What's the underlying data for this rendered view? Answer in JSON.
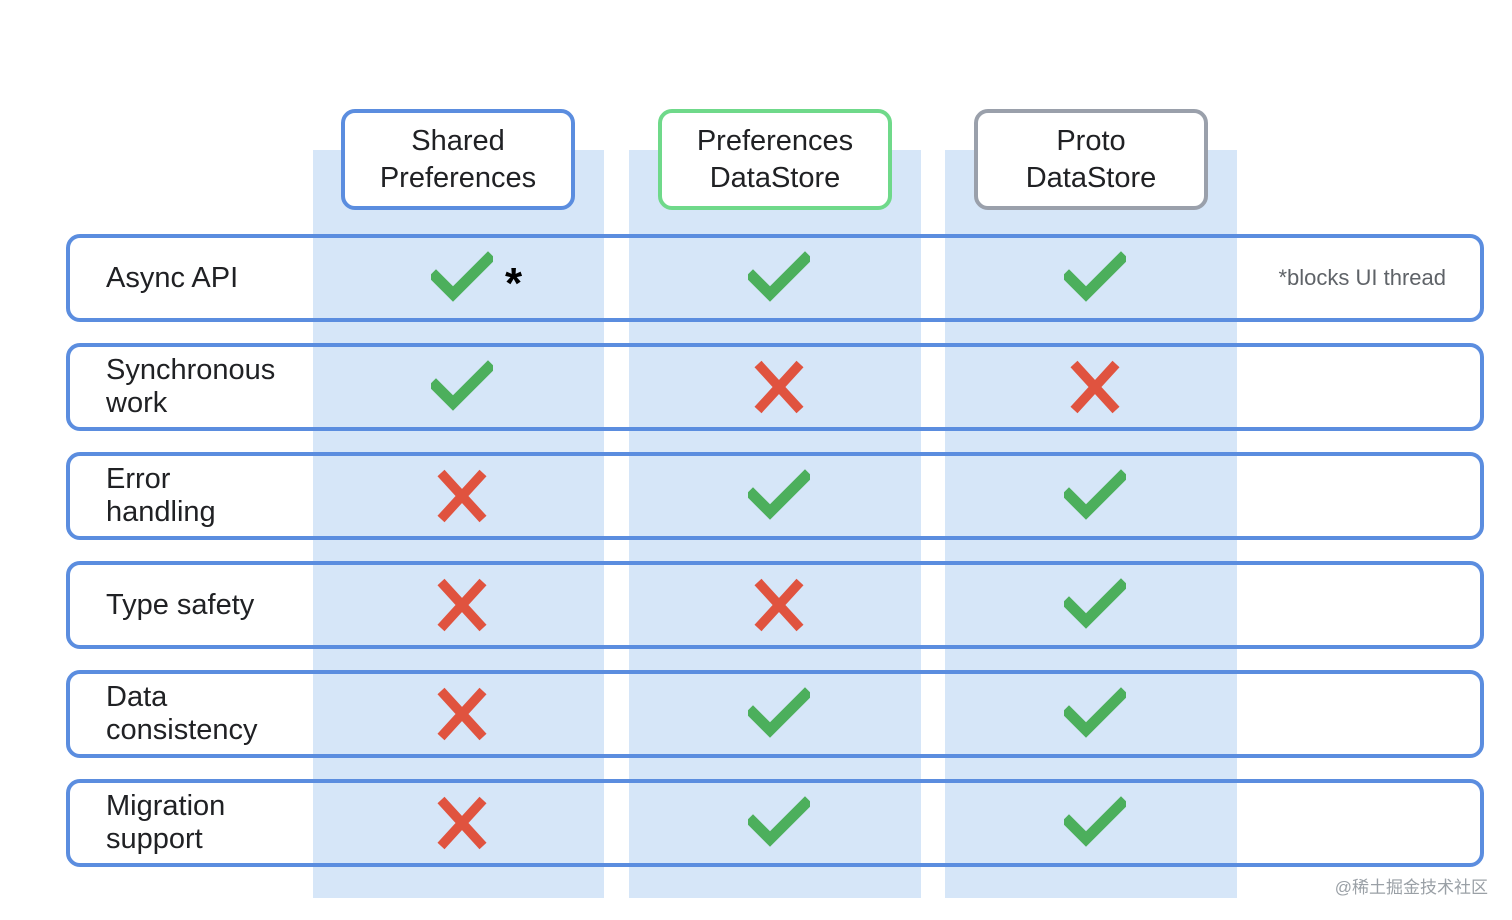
{
  "columns": [
    {
      "label": "Shared\nPreferences",
      "border_color": "#5b8ddf"
    },
    {
      "label": "Preferences\nDataStore",
      "border_color": "#6fd98a"
    },
    {
      "label": "Proto\nDataStore",
      "border_color": "#9aa0ab"
    }
  ],
  "rows": [
    {
      "label": "Async API",
      "values": [
        "check",
        "check",
        "check"
      ],
      "asterisk": "*",
      "note": "*blocks UI thread"
    },
    {
      "label": "Synchronous\nwork",
      "values": [
        "check",
        "cross",
        "cross"
      ]
    },
    {
      "label": "Error\nhandling",
      "values": [
        "cross",
        "check",
        "check"
      ]
    },
    {
      "label": "Type safety",
      "values": [
        "cross",
        "cross",
        "check"
      ]
    },
    {
      "label": "Data\nconsistency",
      "values": [
        "cross",
        "check",
        "check"
      ]
    },
    {
      "label": "Migration\nsupport",
      "values": [
        "cross",
        "check",
        "check"
      ]
    }
  ],
  "icons": {
    "check": "check-icon",
    "cross": "cross-icon"
  },
  "colors": {
    "check": "#4caf5c",
    "cross": "#e0533f",
    "row_border": "#5b8ddf",
    "column_band": "#d6e6f8"
  },
  "watermark": "@稀土掘金技术社区"
}
